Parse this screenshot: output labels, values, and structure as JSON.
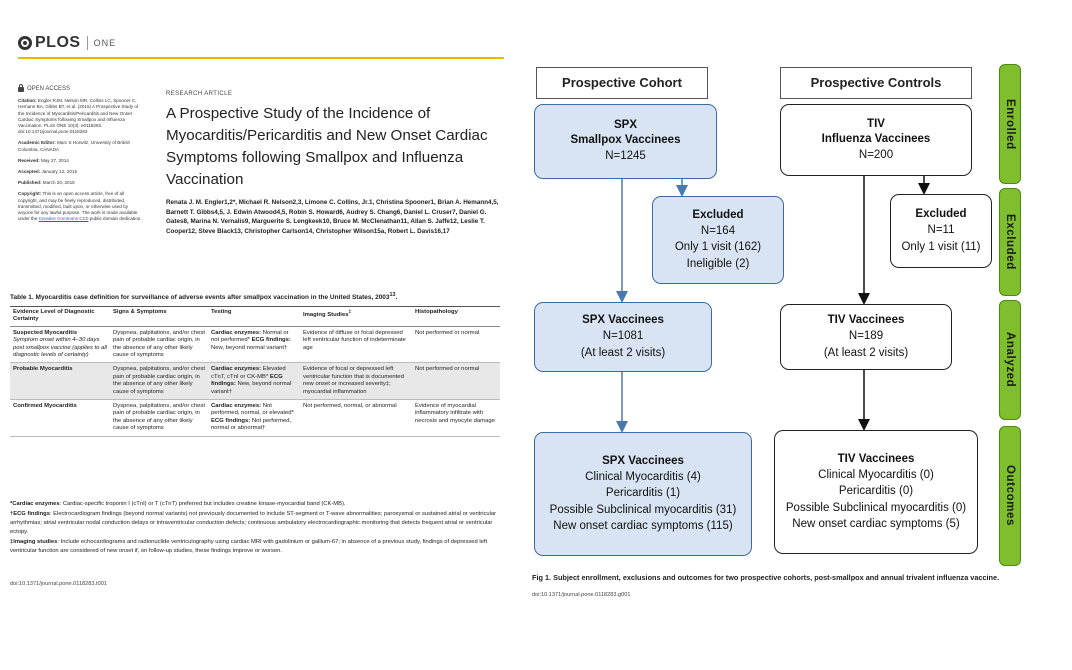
{
  "article": {
    "journal_logo": "PLOS",
    "journal_sub": "ONE",
    "open_access": "OPEN ACCESS",
    "citation_label": "Citation:",
    "citation_text": "Engler RJM, Nelson MR, Collins LC, Spooner C, Hemann BA, Gibbs BT, et al. (2015) A Prospective Study of the Incidence of Myocarditis/Pericarditis and New Onset Cardiac Symptoms following Smallpox and Influenza Vaccination. PLoS ONE 10(3): e0118283. doi:10.1371/journal.pone.0118283",
    "editor_label": "Academic Editor:",
    "editor_text": "Marc S Horwitz, University of British Columbia, CANADA",
    "received_label": "Received:",
    "received": "May 27, 2014",
    "accepted_label": "Accepted:",
    "accepted": "January 12, 2015",
    "published_label": "Published:",
    "published": "March 20, 2015",
    "copyright_label": "Copyright:",
    "copyright_text": "This is an open access article, free of all copyright, and may be freely reproduced, distributed, transmitted, modified, built upon, or otherwise used by anyone for any lawful purpose. The work is made available under the",
    "copyright_link": "Creative Commons CC0",
    "copyright_tail": "public domain dedication.",
    "type_label": "RESEARCH ARTICLE",
    "title": "A Prospective Study of the Incidence of Myocarditis/Pericarditis and New Onset Cardiac Symptoms following Smallpox and Influenza Vaccination",
    "authors": "Renata J. M. Engler1,2*, Michael R. Nelson2,3, Limone C. Collins, Jr.1, Christina Spooner1, Brian A. Hemann4,5, Barnett T. Gibbs4,5, J. Edwin Atwood4,5, Robin S. Howard6, Audrey S. Chang6, Daniel L. Cruser7, Daniel G. Gates8, Marina N. Vernalis9, Marguerite S. Lengkeek10, Bruce M. McClenathan11, Allan S. Jaffe12, Leslie T. Cooper12, Steve Black13, Christopher Carlson14, Christopher Wilson15a, Robert L. Davis16,17"
  },
  "table1": {
    "caption": "Table 1. Myocarditis case definition for surveillance of adverse events after smallpox vaccination in the United States, 2003",
    "caption_ref": "13",
    "headers": [
      "Evidence Level of Diagnostic Certainty",
      "Signs & Symptoms",
      "Testing",
      "Imaging Studies",
      "Histopathology"
    ],
    "header_imaging_mark": "‡",
    "rows": [
      {
        "level": "Suspected Myocarditis",
        "level_sub": "Symptom onset within 4–30 days post smallpox vaccine (applies to all diagnostic levels of certainty)",
        "signs": "Dyspnea, palpitations, and/or chest pain of probable cardiac origin, in the absence of any other likely cause of symptoms",
        "testing_a_label": "Cardiac enzymes:",
        "testing_a": "Normal or not performed*",
        "testing_b_label": "ECG findings:",
        "testing_b": "New, beyond normal variant†",
        "imaging": "Evidence of diffuse or focal depressed left ventricular function of indeterminate age",
        "histo": "Not performed or normal"
      },
      {
        "level": "Probable Myocarditis",
        "level_sub": "",
        "signs": "Dyspnea, palpitations, and/or chest pain of probable cardiac origin, in the absence of any other likely cause of symptoms",
        "testing_a_label": "Cardiac enzymes:",
        "testing_a": "Elevated cTnT, cTnI or CK-MB*",
        "testing_b_label": "ECG findings:",
        "testing_b": "New, beyond normal variant†",
        "imaging": "Evidence of focal or depressed left ventricular function that is documented new onset or increased severity‡; myocardial inflammation",
        "histo": "Not performed or normal"
      },
      {
        "level": "Confirmed Myocarditis",
        "level_sub": "",
        "signs": "Dyspnea, palpitations, and/or chest pain of probable cardiac origin, in the absence of any other likely cause of symptoms",
        "testing_a_label": "Cardiac enzymes:",
        "testing_a": "Not performed, normal, or elevated*",
        "testing_b_label": "ECG findings:",
        "testing_b": "Not performed, normal or abnormal†",
        "imaging": "Not performed, normal, or abnormal",
        "histo": "Evidence of myocardial inflammatory infiltrate with necrosis and myocyte damage"
      }
    ],
    "fn1_label": "*Cardiac enzymes",
    "fn1": ": Cardiac-specific troponin I (cTnI) or T (cTnT) preferred but includes creatine kinase-myocardial band (CK-MB).",
    "fn2_label": "†ECG findings",
    "fn2": ": Electrocardiogram findings (beyond normal variants) not previously documented to include ST-segment or T-wave abnormalities; paroxysmal or sustained atrial or ventricular arrhythmias; atrial ventricular nodal conduction delays or intraventricular conduction defects; continuous ambulatory electrocardiographic monitoring that detects frequent atrial or ventricular ectopy.",
    "fn3_label": "‡Imaging studies",
    "fn3": ": Include echocardiograms and radionuclide ventriculography using cardiac MRI with gadolinium or gallium-67; in absence of a previous study, findings of depressed left ventricular function are considered of new onset if, on follow-up studies, these findings improve or worsen.",
    "doi": "doi:10.1371/journal.pone.0118283.t001"
  },
  "figure": {
    "col_left_header": "Prospective Cohort",
    "col_right_header": "Prospective Controls",
    "spx_enrolled": {
      "title1": "SPX",
      "title2": "Smallpox Vaccinees",
      "n": "N=1245"
    },
    "spx_excluded": {
      "title": "Excluded",
      "n": "N=164",
      "l1": "Only 1 visit (162)",
      "l2": "Ineligible (2)"
    },
    "spx_analyzed": {
      "title": "SPX Vaccinees",
      "n": "N=1081",
      "note": "(At least 2 visits)"
    },
    "spx_outcomes": {
      "title": "SPX Vaccinees",
      "l1": "Clinical Myocarditis (4)",
      "l2": "Pericarditis (1)",
      "l3": "Possible Subclinical myocarditis (31)",
      "l4": "New onset cardiac symptoms (115)"
    },
    "tiv_enrolled": {
      "title1": "TIV",
      "title2": "Influenza Vaccinees",
      "n": "N=200"
    },
    "tiv_excluded": {
      "title": "Excluded",
      "n": "N=11",
      "l1": "Only 1 visit (11)"
    },
    "tiv_analyzed": {
      "title": "TIV Vaccinees",
      "n": "N=189",
      "note": "(At least 2 visits)"
    },
    "tiv_outcomes": {
      "title": "TIV Vaccinees",
      "l1": "Clinical Myocarditis (0)",
      "l2": "Pericarditis (0)",
      "l3": "Possible Subclinical myocarditis (0)",
      "l4": "New onset cardiac symptoms (5)"
    },
    "stages": [
      "Enrolled",
      "Excluded",
      "Analyzed",
      "Outcomes"
    ],
    "colors": {
      "spx_fill": "#d8e4f3",
      "spx_border": "#3d6aa0",
      "stage_green": "#7fbf2e"
    },
    "caption": "Fig 1. Subject enrollment, exclusions and outcomes for two prospective cohorts, post-smallpox and annual trivalent influenza vaccine.",
    "doi": "doi:10.1371/journal.pone.0118283.g001"
  }
}
